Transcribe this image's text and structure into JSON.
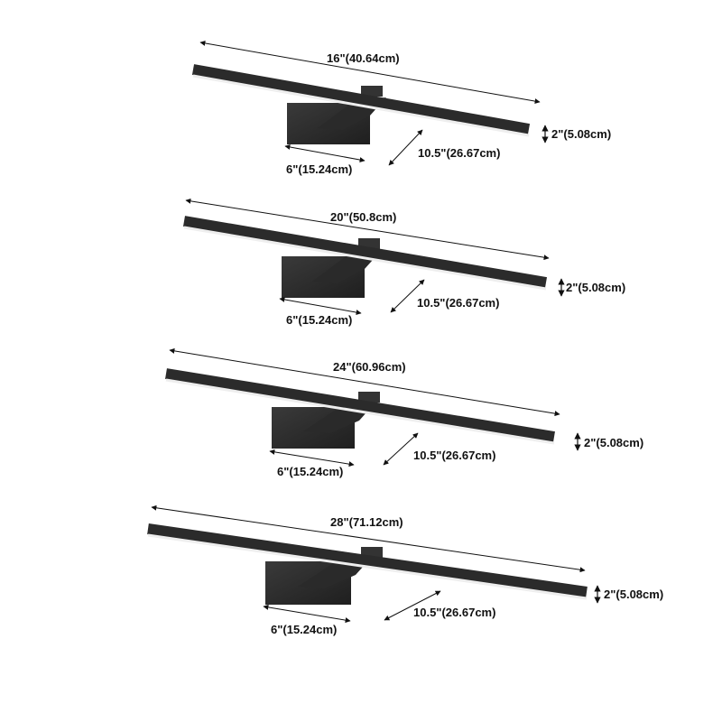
{
  "variants": [
    {
      "length": "16\"(40.64cm)",
      "height": "2\"(5.08cm)",
      "depth": "10.5\"(26.67cm)",
      "base": "6\"(15.24cm)"
    },
    {
      "length": "20\"(50.8cm)",
      "height": "2\"(5.08cm)",
      "depth": "10.5\"(26.67cm)",
      "base": "6\"(15.24cm)"
    },
    {
      "length": "24\"(60.96cm)",
      "height": "2\"(5.08cm)",
      "depth": "10.5\"(26.67cm)",
      "base": "6\"(15.24cm)"
    },
    {
      "length": "28\"(71.12cm)",
      "height": "2\"(5.08cm)",
      "depth": "10.5\"(26.67cm)",
      "base": "6\"(15.24cm)"
    }
  ],
  "colors": {
    "bar": "#2b2b2b",
    "diffuser": "#f2f2f2",
    "arrow": "#111111"
  }
}
